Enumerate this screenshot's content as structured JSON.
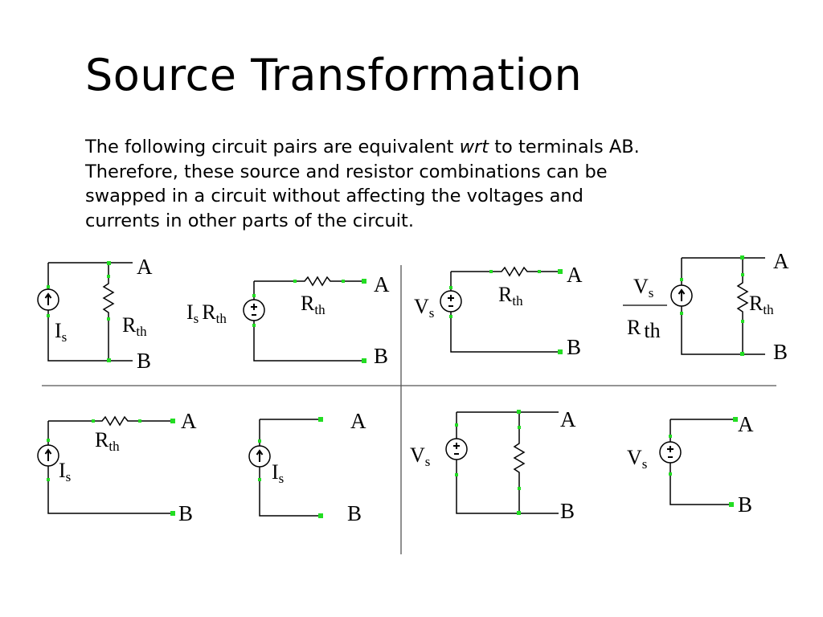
{
  "title": "Source Transformation",
  "intro": {
    "l1a": "The following circuit pairs are equivalent ",
    "l1b": "wrt",
    "l1c": " to terminals AB.",
    "l2": "Therefore, these source and resistor combinations can be",
    "l3": "swapped in a circuit without affecting the voltages and",
    "l4": "currents in other parts of the circuit."
  },
  "labels": {
    "A": "A",
    "B": "B",
    "R": "R",
    "th": "th",
    "I": "I",
    "V": "V",
    "s": "s",
    "plus": "+",
    "minus": "-"
  }
}
